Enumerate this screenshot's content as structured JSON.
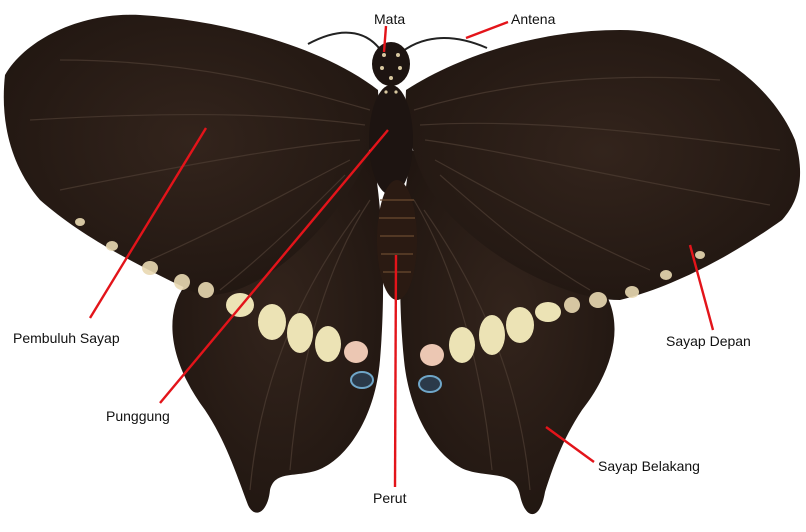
{
  "diagram": {
    "subject": "butterfly-dorsal-view",
    "leader_color": "#e3141a",
    "wing_color": "#2a1d17",
    "body_color": "#1d1411",
    "spot_color": "#ece3b5",
    "labels": {
      "mata": "Mata",
      "antena": "Antena",
      "pembuluh_sayap": "Pembuluh Sayap",
      "sayap_depan": "Sayap Depan",
      "punggung": "Punggung",
      "perut": "Perut",
      "sayap_belakang": "Sayap Belakang"
    }
  }
}
